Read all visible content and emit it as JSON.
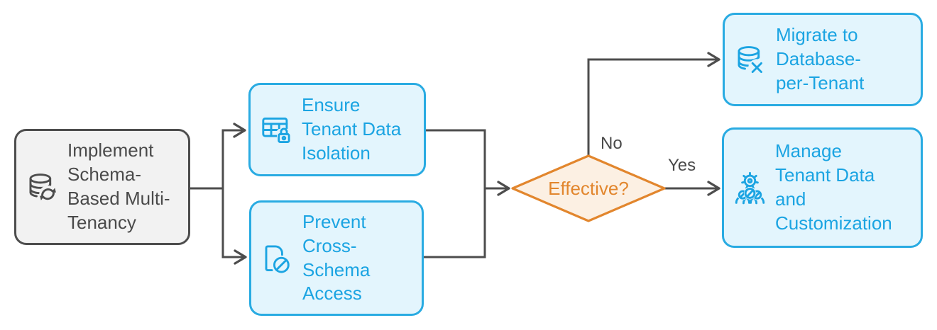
{
  "diagram": {
    "type": "flowchart",
    "background": "#ffffff"
  },
  "colors": {
    "process_fill": "#e3f5fd",
    "process_border": "#29abe2",
    "process_text": "#1ba4e2",
    "start_fill": "#f2f2f2",
    "start_border": "#4d4d4d",
    "start_text": "#4a4a4a",
    "decision_fill": "#fcf0e3",
    "decision_border": "#e2862d",
    "decision_text": "#e2862d",
    "connector": "#4d4d4d"
  },
  "nodes": {
    "start": {
      "label": "Implement Schema-Based Multi-Tenancy",
      "lines": [
        "Implement",
        "Schema-",
        "Based Multi-",
        "Tenancy"
      ],
      "icon": "database-sync-icon"
    },
    "ensure": {
      "label": "Ensure Tenant Data Isolation",
      "lines": [
        "Ensure",
        "Tenant Data",
        "Isolation"
      ],
      "icon": "table-lock-icon"
    },
    "prevent": {
      "label": "Prevent Cross-Schema Access",
      "lines": [
        "Prevent",
        "Cross-",
        "Schema",
        "Access"
      ],
      "icon": "document-blocked-icon"
    },
    "decision": {
      "label": "Effective?"
    },
    "migrate": {
      "label": "Migrate to Database-per-Tenant",
      "lines": [
        "Migrate to",
        "Database-",
        "per-Tenant"
      ],
      "icon": "database-remove-icon"
    },
    "manage": {
      "label": "Manage Tenant Data and Customization",
      "lines": [
        "Manage",
        "Tenant Data",
        "and",
        "Customization"
      ],
      "icon": "gear-team-icon"
    }
  },
  "edges": [
    {
      "from": "start",
      "to": "ensure",
      "label": ""
    },
    {
      "from": "start",
      "to": "prevent",
      "label": ""
    },
    {
      "from": "ensure",
      "to": "decision",
      "label": ""
    },
    {
      "from": "prevent",
      "to": "decision",
      "label": ""
    },
    {
      "from": "decision",
      "to": "migrate",
      "label": "No"
    },
    {
      "from": "decision",
      "to": "manage",
      "label": "Yes"
    }
  ]
}
